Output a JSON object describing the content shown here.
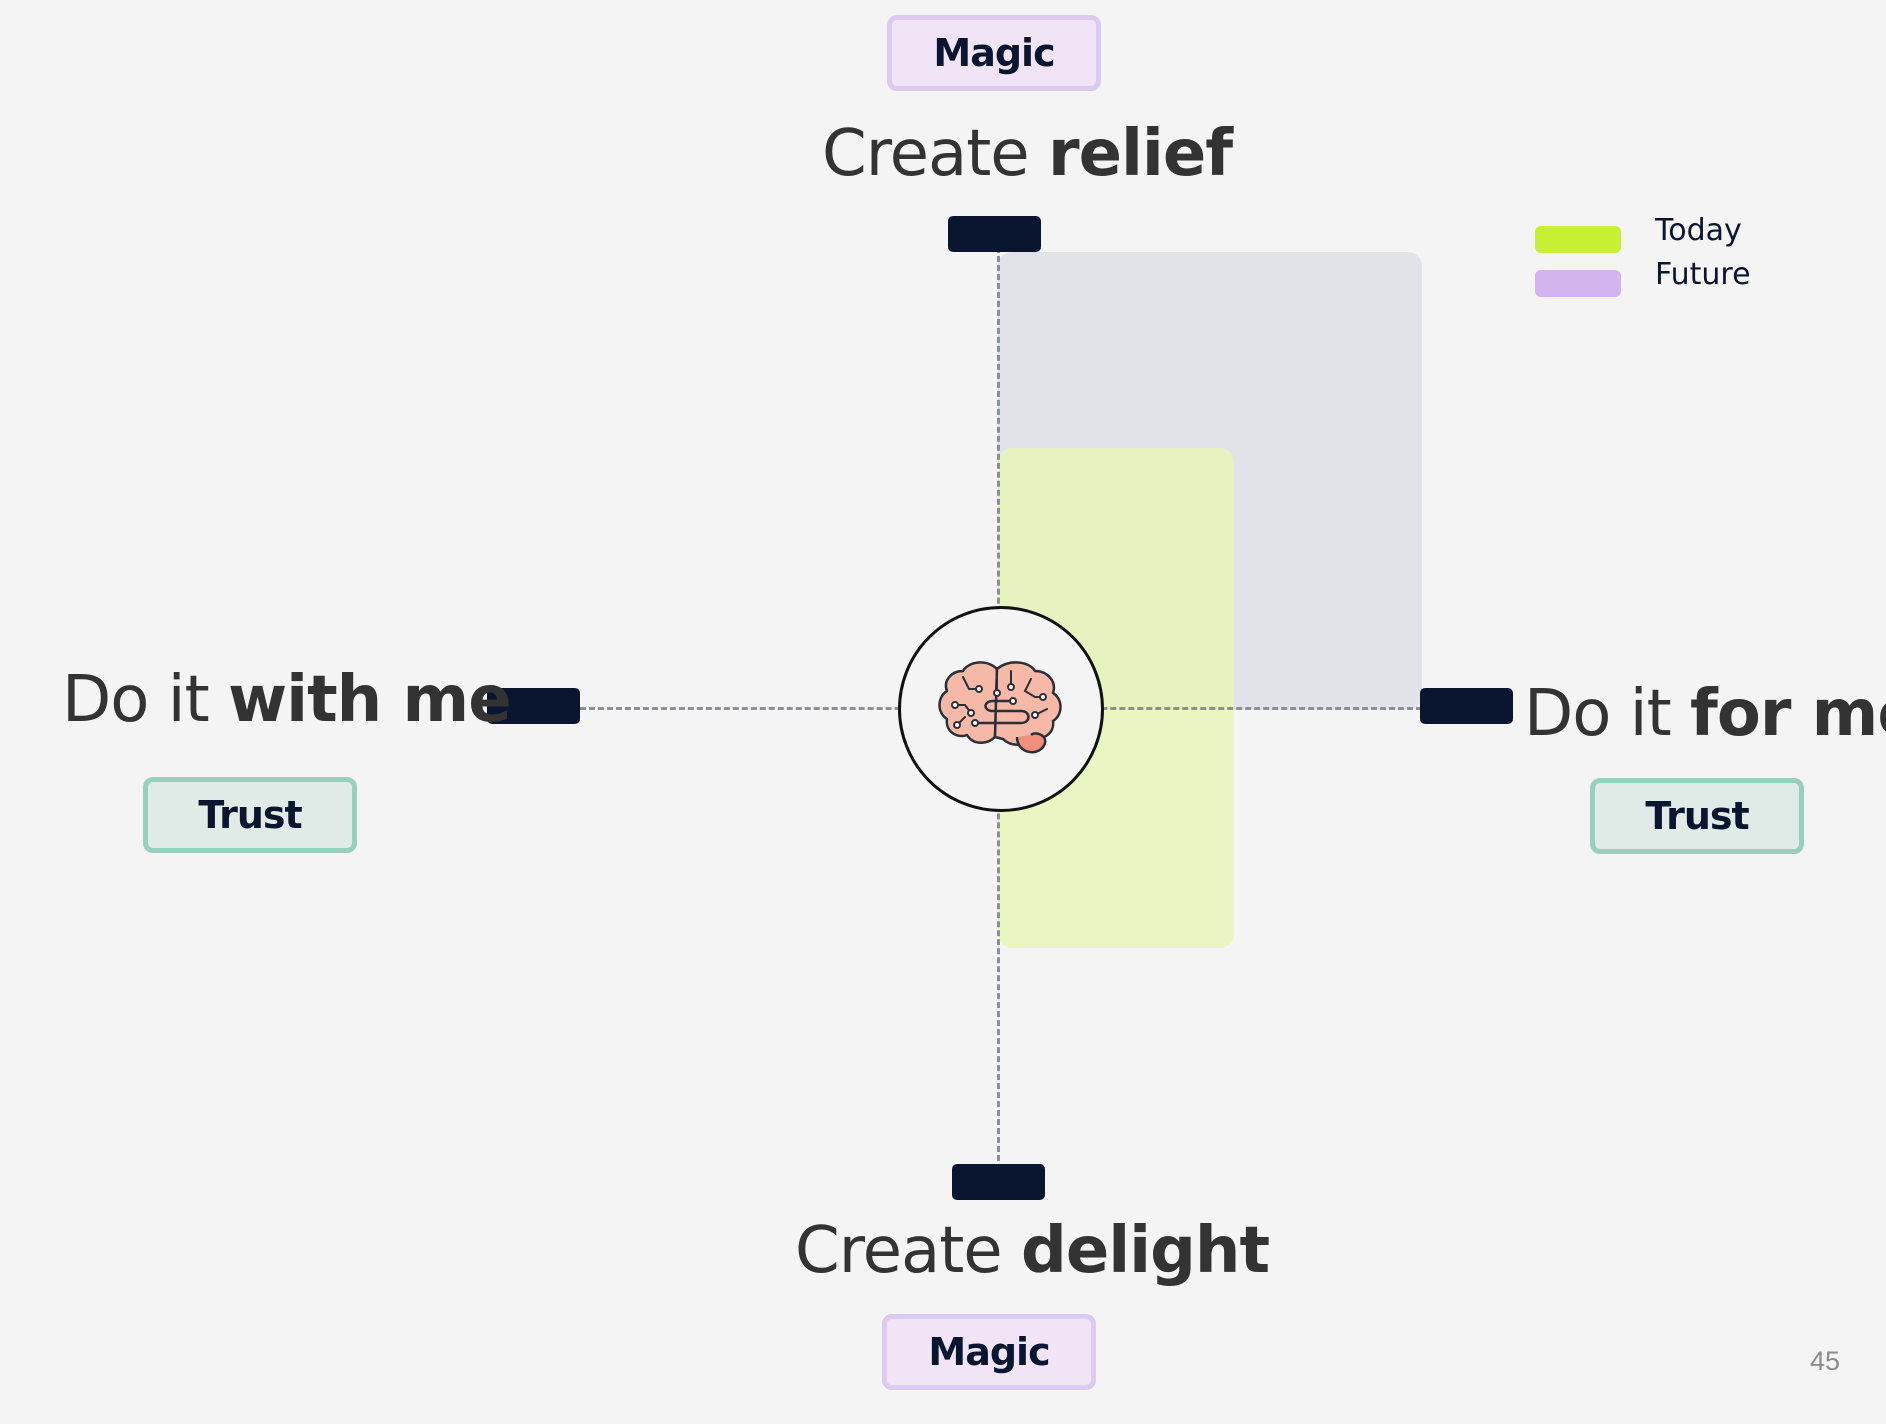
{
  "legend": {
    "items": [
      {
        "label": "Today",
        "color": "#c8f034"
      },
      {
        "label": "Future",
        "color": "#d3b4ee"
      }
    ]
  },
  "axes": {
    "top": {
      "prefix": "Create ",
      "emphasis": "relief",
      "tag": "Magic"
    },
    "bottom": {
      "prefix": "Create ",
      "emphasis": "delight",
      "tag": "Magic"
    },
    "left": {
      "prefix": "Do it ",
      "emphasis": "with me",
      "tag": "Trust"
    },
    "right": {
      "prefix": "Do it ",
      "emphasis": "for me",
      "tag": "Trust"
    }
  },
  "center": {
    "icon": "brain-circuit-icon"
  },
  "colors": {
    "tick": "#0a1530",
    "magic_fill": "#f0e4f6",
    "magic_border": "#dccaf0",
    "trust_fill": "#e0ebe8",
    "trust_border": "#98d0c0"
  },
  "page_number": "45"
}
